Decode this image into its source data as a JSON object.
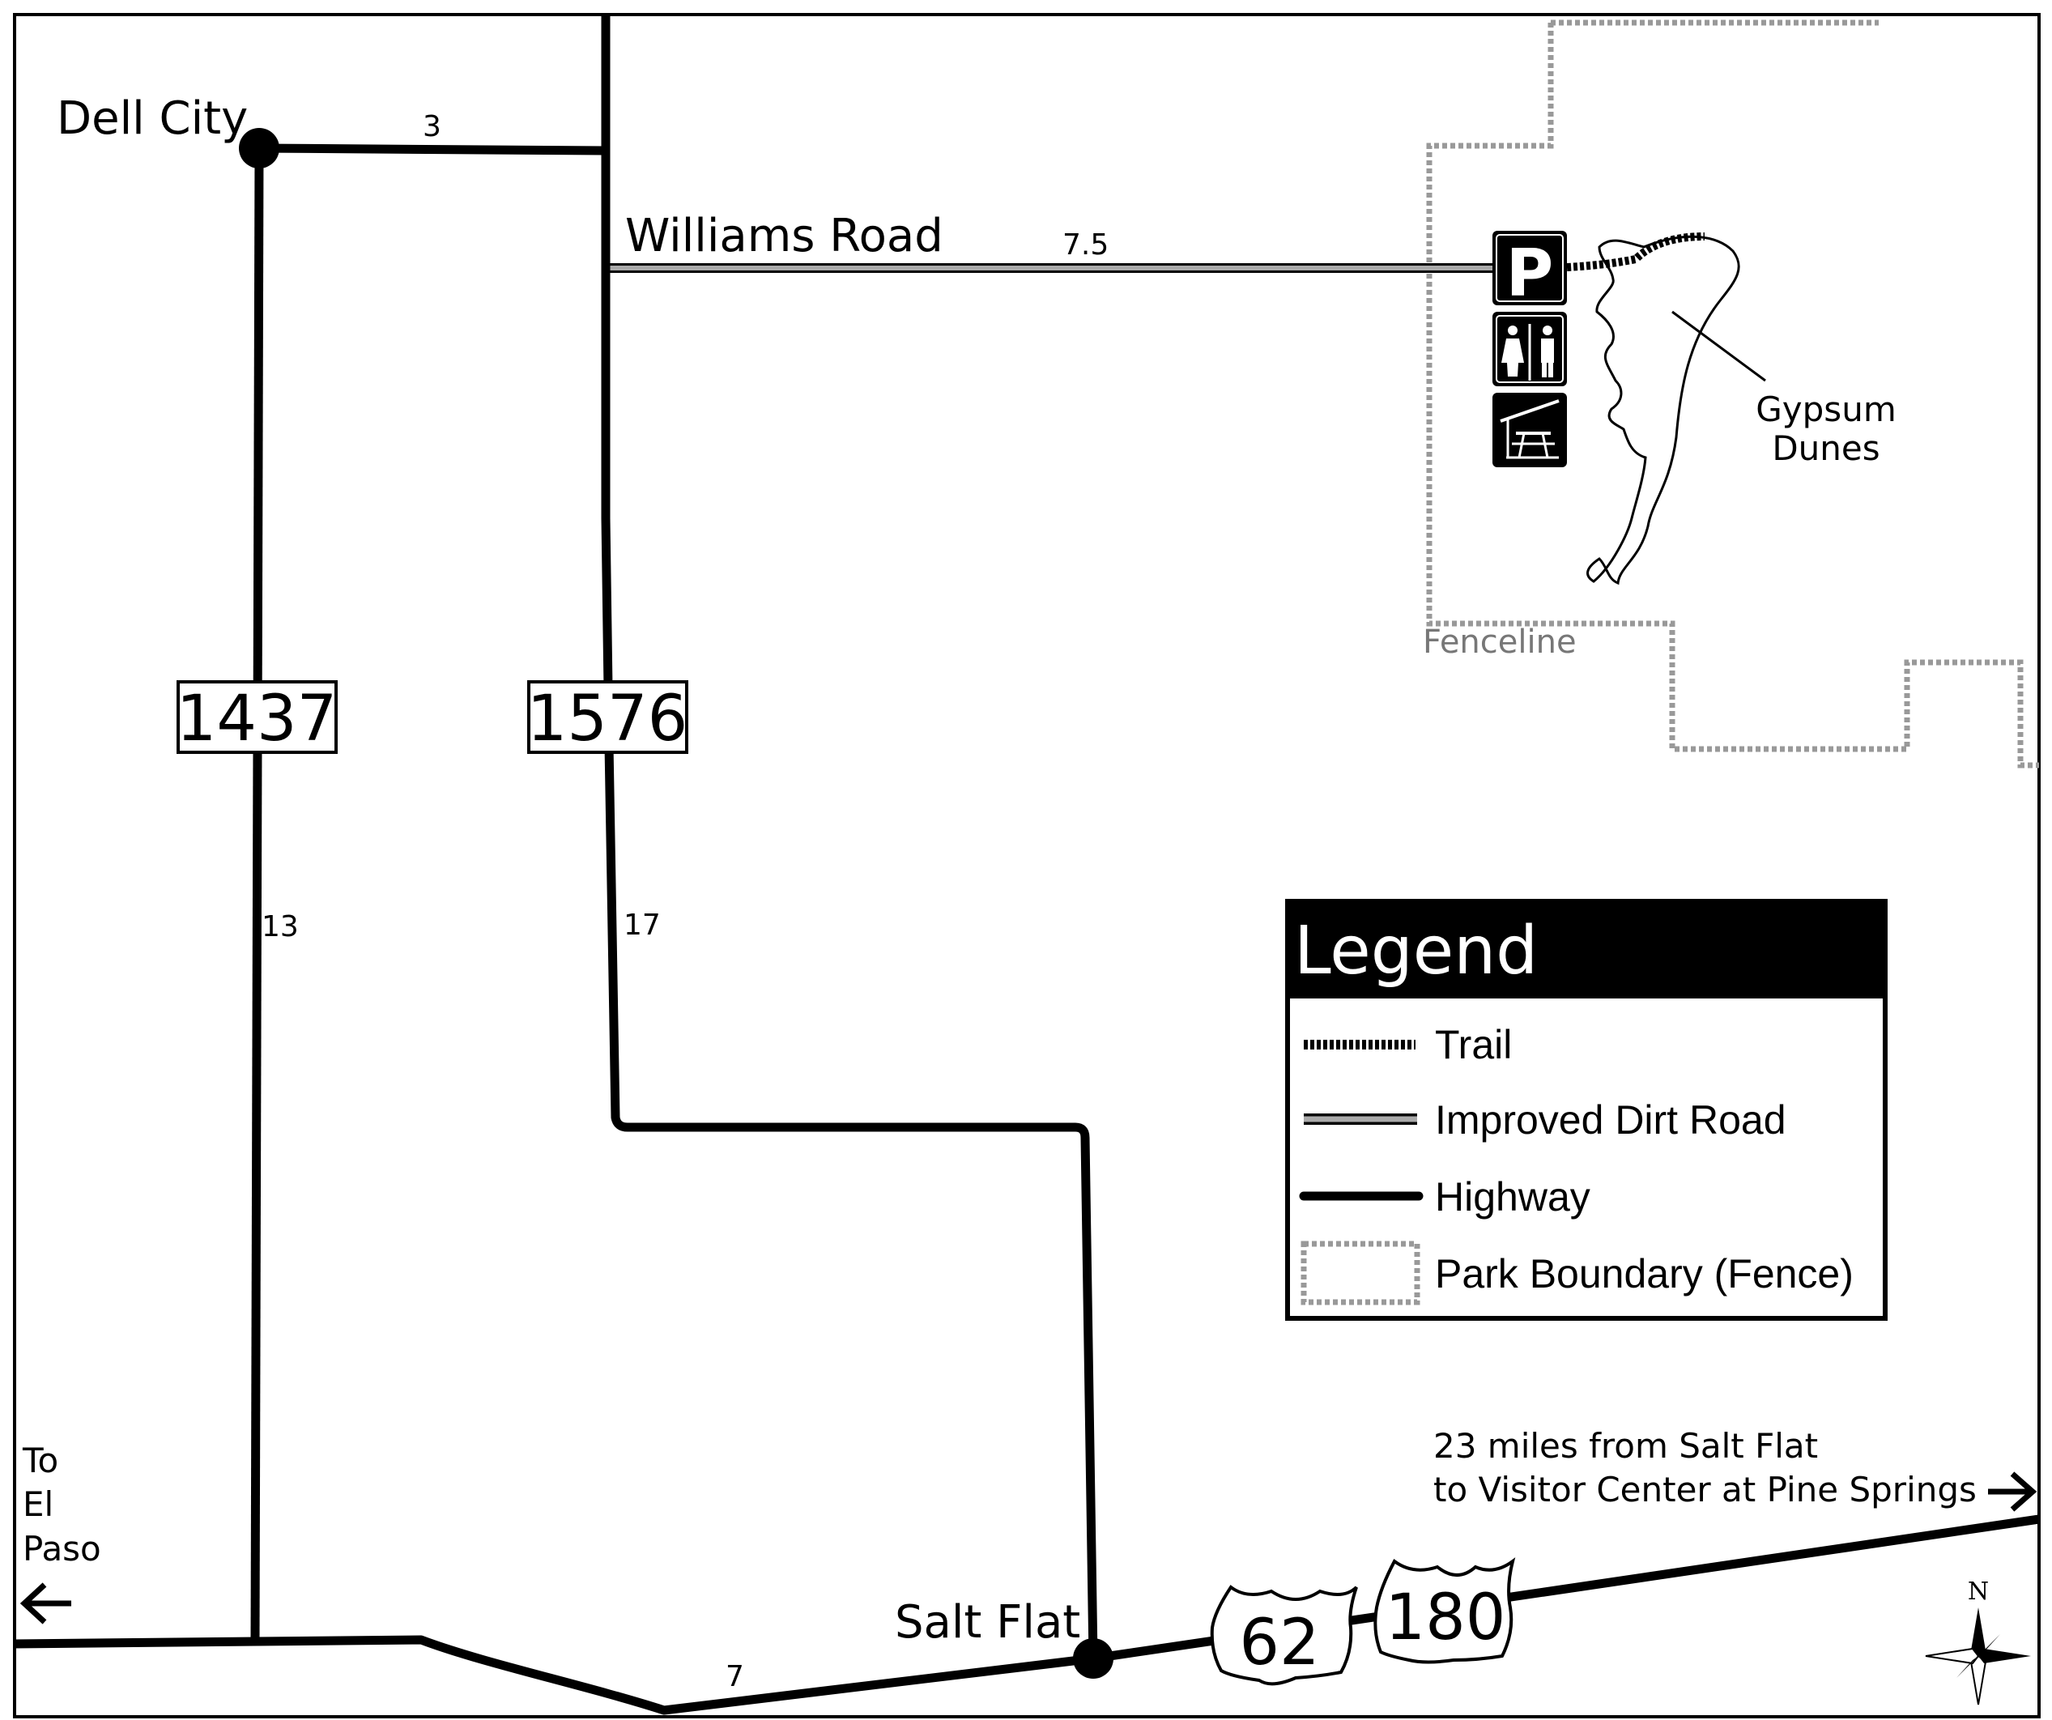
{
  "colors": {
    "highway": "#000000",
    "dirt_road": "#8a8a8a",
    "fence": "#999999",
    "trail": "#000000",
    "legend_header": "#000000"
  },
  "places": {
    "dell_city": "Dell City",
    "salt_flat": "Salt Flat",
    "to_el_paso_1": "To",
    "to_el_paso_2": "El",
    "to_el_paso_3": "Paso",
    "gypsum_1": "Gypsum",
    "gypsum_2": "Dunes",
    "fenceline": "Fenceline"
  },
  "roads": {
    "williams_road": "Williams Road",
    "route_1437": "1437",
    "route_1576": "1576",
    "us_62": "62",
    "us_180": "180"
  },
  "distances": {
    "dell_city_spur": "3",
    "williams_road": "7.5",
    "route_1437": "13",
    "route_1576": "17",
    "salt_flat_west": "7"
  },
  "note": {
    "line_1": "23 miles from Salt Flat",
    "line_2": "to Visitor Center at Pine Springs"
  },
  "icons": [
    "parking-icon",
    "restroom-icon",
    "picnic-shelter-icon",
    "compass-rose-icon",
    "arrow-left-icon",
    "arrow-right-icon"
  ],
  "parking_letter": "P",
  "compass_n": "N",
  "legend": {
    "title": "Legend",
    "items": [
      {
        "label": "Trail"
      },
      {
        "label": "Improved Dirt Road"
      },
      {
        "label": "Highway"
      },
      {
        "label": "Park Boundary (Fence)"
      }
    ]
  }
}
